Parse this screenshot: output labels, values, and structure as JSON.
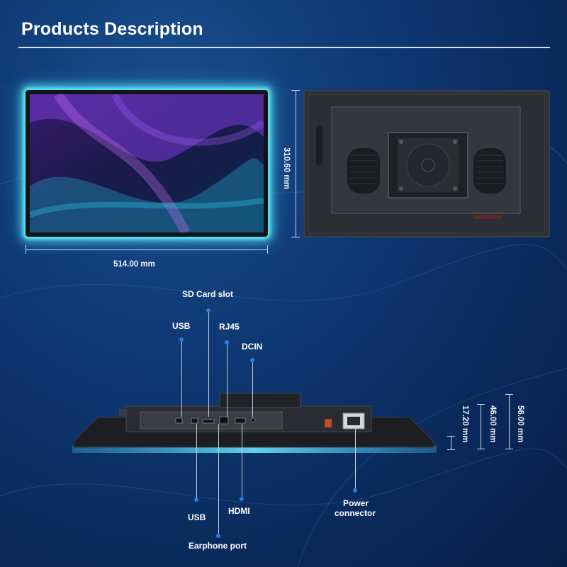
{
  "header": {
    "title": "Products Description"
  },
  "dimensions": {
    "width": "514.00 mm",
    "height": "310.60 mm",
    "depth_small": "17.20 mm",
    "depth_mid": "46.00 mm",
    "depth_large": "56.00 mm"
  },
  "ports": {
    "sd_card": "SD Card slot",
    "usb_top": "USB",
    "rj45": "RJ45",
    "dcin": "DCIN",
    "usb_bottom": "USB",
    "hdmi": "HDMI",
    "earphone": "Earphone port",
    "power_line1": "Power",
    "power_line2": "connector"
  },
  "colors": {
    "glow": "#5fe6f5",
    "callout_dot": "#2a7be0",
    "background": "#0f3a75"
  }
}
